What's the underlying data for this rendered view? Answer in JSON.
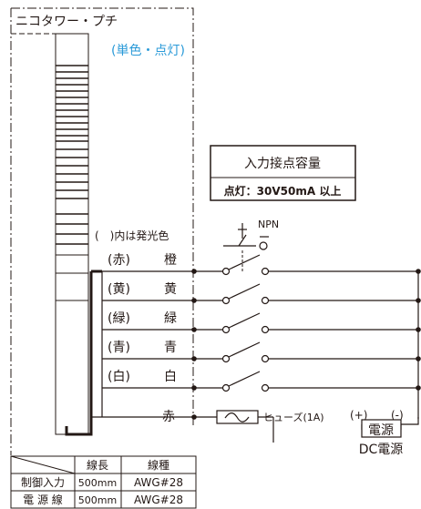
{
  "title": "ニコタワー・プチ",
  "subtitle": "(単色・点灯)",
  "capacity_box": {
    "heading": "入力接点容量",
    "value": "点灯：30V50mA 以上"
  },
  "npn_label": "NPN",
  "color_note": "(　)内は発光色",
  "wires": [
    {
      "color_paren": "(赤)",
      "wire": "橙"
    },
    {
      "color_paren": "(黄)",
      "wire": "黄"
    },
    {
      "color_paren": "(緑)",
      "wire": "緑"
    },
    {
      "color_paren": "(青)",
      "wire": "青"
    },
    {
      "color_paren": "(白)",
      "wire": "白"
    }
  ],
  "common_wire": "赤",
  "fuse_label": "ヒューズ(1A)",
  "plus_label": "(+)",
  "minus_label": "(-)",
  "power_box": "電源",
  "power_caption": "DC電源",
  "spec_table": {
    "headers": [
      "線長",
      "線種"
    ],
    "rows": [
      {
        "name": "制御入力",
        "length": "500mm",
        "type": "AWG#28"
      },
      {
        "name": "電 源 線",
        "length": "500mm",
        "type": "AWG#28"
      }
    ]
  },
  "colors": {
    "line": "#231815",
    "accent": "#2a9ad8"
  }
}
